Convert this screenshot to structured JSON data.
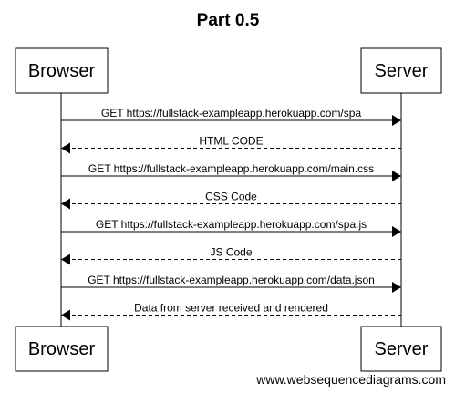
{
  "title": "Part 0.5",
  "participants": [
    {
      "name": "Browser"
    },
    {
      "name": "Server"
    }
  ],
  "messages": [
    {
      "text": "GET https://fullstack-exampleapp.herokuapp.com/spa",
      "from": "Browser",
      "to": "Server",
      "style": "solid"
    },
    {
      "text": "HTML CODE",
      "from": "Server",
      "to": "Browser",
      "style": "dashed"
    },
    {
      "text": "GET https://fullstack-exampleapp.herokuapp.com/main.css",
      "from": "Browser",
      "to": "Server",
      "style": "solid"
    },
    {
      "text": "CSS Code",
      "from": "Server",
      "to": "Browser",
      "style": "dashed"
    },
    {
      "text": "GET https://fullstack-exampleapp.herokuapp.com/spa.js",
      "from": "Browser",
      "to": "Server",
      "style": "solid"
    },
    {
      "text": "JS Code",
      "from": "Server",
      "to": "Browser",
      "style": "dashed"
    },
    {
      "text": "GET https://fullstack-exampleapp.herokuapp.com/data.json",
      "from": "Browser",
      "to": "Server",
      "style": "solid"
    },
    {
      "text": "Data from server received and rendered",
      "from": "Server",
      "to": "Browser",
      "style": "dashed"
    }
  ],
  "watermark": "www.websequencediagrams.com"
}
